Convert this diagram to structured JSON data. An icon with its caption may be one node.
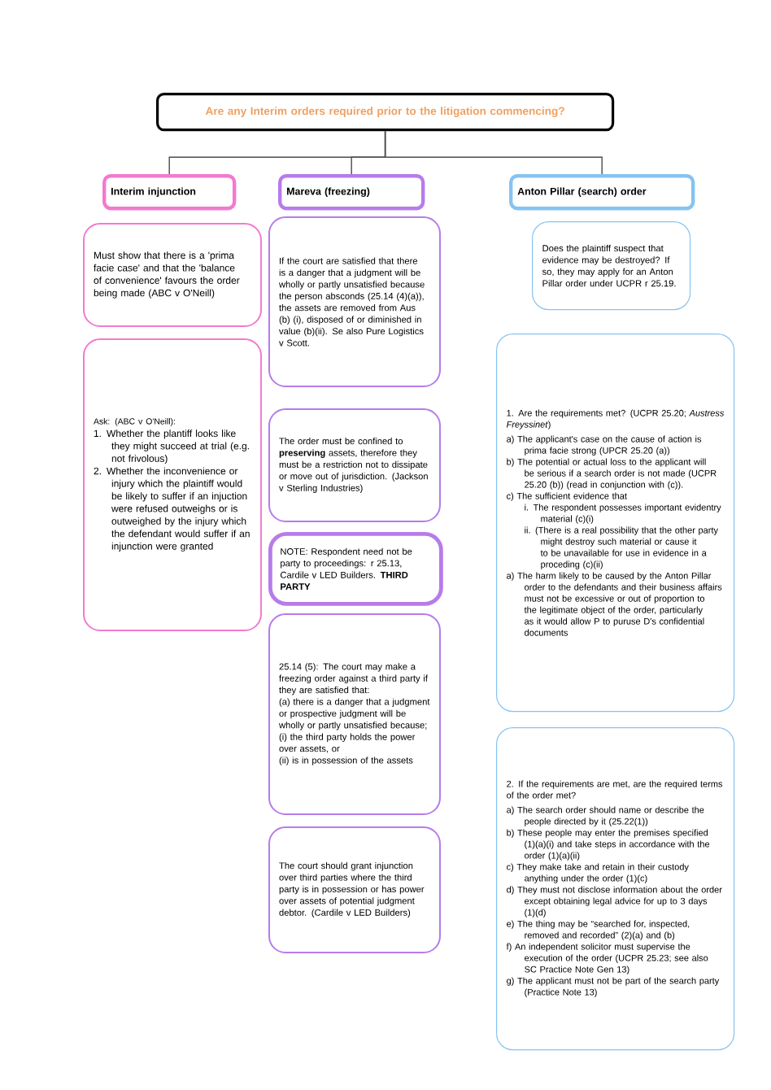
{
  "diagram": {
    "nodes": [
      {
        "text": [
          "Are any Interim orders required prior to the litigation commencing?"
        ]
      },
      {
        "text": [
          "Interim injunction"
        ]
      },
      {
        "text": [
          "Mareva (freezing)"
        ]
      },
      {
        "text": [
          "Anton Pillar (search) order"
        ]
      },
      {
        "text": [
          "Must show that there is a 'prima facie case' and that the 'balance of convenience' favours the order being made (ABC v O'Neill)"
        ]
      },
      {
        "text": [
          "Ask: (ABC v O'Neill):",
          "1. Whether the plantiff looks like they might succeed at trial (e.g. not frivolous)",
          "2. Whether the inconvenience or injury which the plaintiff would be likely to suffer if an injuction were refused outweighs or is outweighed by the injury which the defendant would suffer if an injunction were granted"
        ]
      },
      {
        "text": [
          "If the court are satisfied that there is a danger that a judgment will be wholly or partly unsatisfied because the person absconds (25.14 (4)(a)), the assets are removed from Aus (b) (i), disposed of or diminished in value (b)(ii). Se also Pure Logistics v Scott."
        ]
      },
      {
        "text": [
          "The order must be confined to **preserving** assets, therefore they must be a restriction not to dissipate or move out of jurisdiction. (Jackson v Sterling Industries)"
        ]
      },
      {
        "text": [
          "NOTE: Respondent need not be party to proceedings: r 25.13, Cardile v LED Builders. **THIRD PARTY**"
        ]
      },
      {
        "text": [
          "25.14 (5): The court may make a freezing order against a third party if they are satisfied that:",
          "(a) there is a danger that a judgment or prospective judgment will be wholly or partly unsatisfied because;",
          "(i) the third party holds the power over assets, or",
          "(ii) is in possession of the assets"
        ]
      },
      {
        "text": [
          "The court should grant injunction over third parties where the third party is in possession or has power over assets of potential judgment debtor. (Cardile v LED Builders)"
        ]
      },
      {
        "text": [
          "Does the plaintiff suspect that evidence may be destroyed? If so, they may apply for an Anton Pillar order under UCPR r 25.19."
        ]
      },
      {
        "text": [
          "1. Are the requirements met? (UCPR 25.20; *Austress Freyssinet*)",
          "a) The applicant's case on the cause of action is prima facie strong (UPCR 25.20 (a))",
          "b) The potential or actual loss to the applicant will be serious if a search order is not made (UCPR 25.20 (b)) (read in conjunction with (c)).",
          "c) The sufficient evidence that",
          "i. The respondent possesses important evidentry material (c)(i)",
          "ii. (There is a real possibility that the other party might destroy such material or cause it to be unavailable for use in evidence in a proceding (c)(ii)",
          "a) The harm likely to be caused by the Anton Pillar order to the defendants and their business affairs must not be excessive or out of proportion to the legitimate object of the order, particularly as it would allow P to puruse D's confidential documents"
        ]
      },
      {
        "text": [
          "2. If the requirements are met, are the required terms of the order met?",
          "a) The search order should name or describe the people directed by it (25.22(1))",
          "b) These people may enter the premises specified (1)(a)(i) and take steps in accordance with the order (1)(a)(ii)",
          "c) They make take and retain in their custody anything under the order (1)(c)",
          "d) They must not disclose information about the order except obtaining legal advice for up to 3 days (1)(d)",
          "e) The thing may be “searched for, inspected, removed and recorded” (2)(a) and (b)",
          "f) An independent solicitor must supervise the execution of the order (UCPR 25.23; see also SC Practice Note Gen 13)",
          "g) The applicant must not be part of the search party (Practice Note 13)"
        ]
      }
    ],
    "edges": [
      {
        "from": 0,
        "to": 1,
        "arrow": "none"
      },
      {
        "from": 0,
        "to": 2,
        "arrow": "none"
      },
      {
        "from": 0,
        "to": 3,
        "arrow": "none"
      }
    ]
  }
}
